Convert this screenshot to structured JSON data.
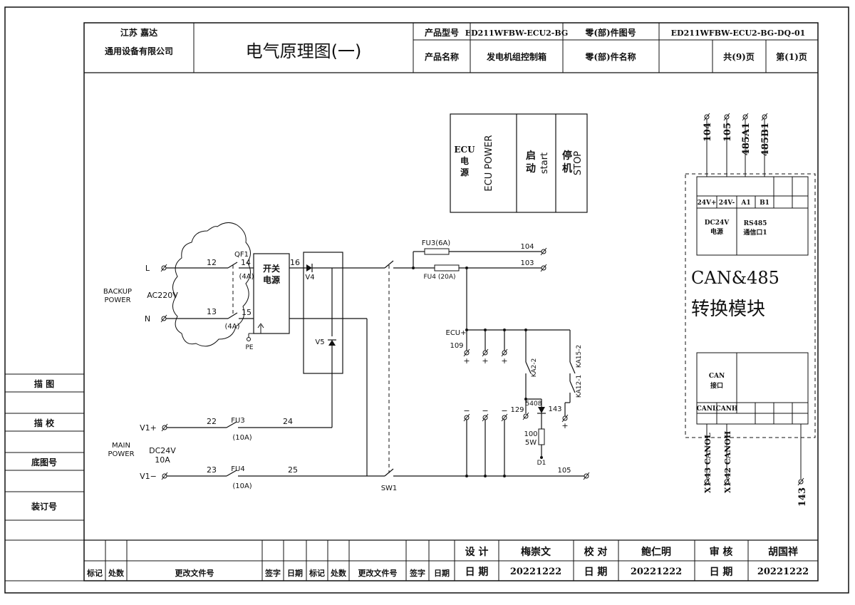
{
  "title_block": {
    "company_line1": "江苏 嘉达",
    "company_line2": "通用设备有限公司",
    "drawing_title": "电气原理图(一)",
    "label_model": "产品型号",
    "value_model": "ED211WFBW-ECU2-BG",
    "label_part_no": "零(部)件图号",
    "value_part_no": "ED211WFBW-ECU2-BG-DQ-01",
    "label_product_name": "产品名称",
    "value_product_name": "发电机组控制箱",
    "label_part_name": "零(部)件名称",
    "total_pages": "共(9)页",
    "page_no": "第(1)页"
  },
  "side_labels": [
    "描 图",
    "描 校",
    "底图号",
    "装订号"
  ],
  "bottom_block": {
    "revision_headers": [
      "标记",
      "处数",
      "更改文件号",
      "签字",
      "日期",
      "标记",
      "处数",
      "更改文件号",
      "签字",
      "日期"
    ],
    "design_label": "设 计",
    "design_name": "梅崇文",
    "check_label": "校 对",
    "check_name": "鲍仁明",
    "review_label": "审 核",
    "review_name": "胡国祥",
    "date_label": "日 期",
    "date_design": "20221222",
    "date_check": "20221222",
    "date_review": "20221222"
  },
  "legend_box": {
    "col1_lines": [
      "ECU",
      "电",
      "源"
    ],
    "col1_vertical": "ECU POWER",
    "col2_lines": [
      "启",
      "动"
    ],
    "col2_vertical": "start",
    "col3_lines": [
      "停",
      "机"
    ],
    "col3_vertical": "STOP"
  },
  "circuit": {
    "backup_power": [
      "BACKUP",
      "POWER"
    ],
    "ac_voltage": "AC220V",
    "terminal_L": "L",
    "terminal_N": "N",
    "qf1": "QF1",
    "w12": "12",
    "w14": "14",
    "w13": "13",
    "w15": "15",
    "w16": "16",
    "qf1_rating_top": "(4A)",
    "qf1_rating_bottom": "(4A)",
    "psu_line1": "开关",
    "psu_line2": "电源",
    "pe": "PE",
    "v4": "V4",
    "v5": "V5",
    "fu3_top": "FU3(6A)",
    "fu4_top": "FU4 (20A)",
    "n104": "104",
    "n103": "103",
    "ecu_plus": "ECU+",
    "n109": "109",
    "plus": "+",
    "minus": "−",
    "ka2_2": "KA2-2",
    "ka15_2": "KA15-2",
    "ka12_1": "KA12-1",
    "n129": "129",
    "n5408": "5408",
    "n143": "143",
    "resistor_line1": "100",
    "resistor_line2": "5W",
    "d1": "D1",
    "n105": "105",
    "main_power": [
      "MAIN",
      "POWER"
    ],
    "dc_voltage": "DC24V",
    "dc_current": "10A",
    "v1_plus": "V1+",
    "v1_minus": "V1−",
    "w22": "22",
    "w24": "24",
    "w23": "23",
    "w25": "25",
    "fu3": "FU3",
    "fu3_rating": "(10A)",
    "fu4": "FU4",
    "fu4_rating": "(10A)",
    "sw1": "SW1"
  },
  "module": {
    "top_terminals": [
      "104",
      "105",
      "485A1",
      "485B1"
    ],
    "pins_top": [
      "24V+",
      "24V-",
      "A1",
      "B1"
    ],
    "dc_label_line1": "DC24V",
    "dc_label_line2": "电源",
    "rs485_line1": "RS485",
    "rs485_line2": "通信口1",
    "title_line1": "CAN&485",
    "title_line2": "转换模块",
    "can_line1": "CAN",
    "can_line2": "接口",
    "pins_bottom": [
      "CANL",
      "CANH"
    ],
    "bottom_terminals": [
      "X1-43 CANOL",
      "X1-42 CANOH",
      "143"
    ]
  }
}
